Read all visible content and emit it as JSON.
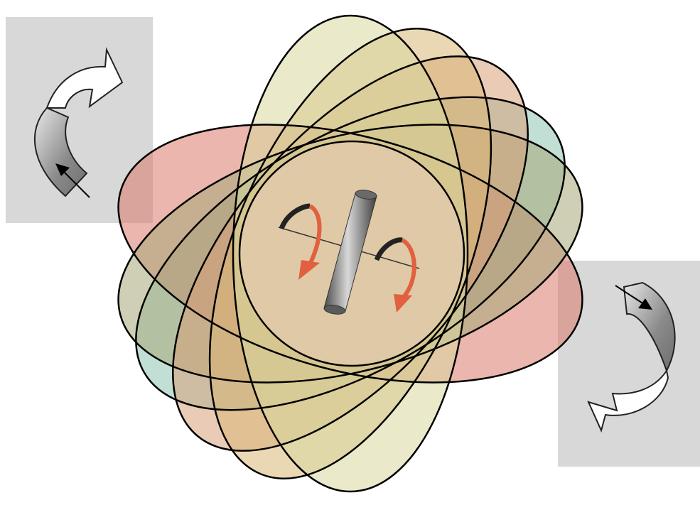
{
  "diagram": {
    "kind": "rotating-rod-orbital-rosette",
    "petal_count": 6,
    "colors": {
      "background": "#ffffff",
      "panel": "#d8d8d8",
      "outline": "#000000",
      "center_disc": "#e0c9a6",
      "rotation_arrow": "#e06040",
      "rod_light": "#d4d4d4",
      "rod_dark": "#5a5a5a",
      "axis_line": "#333333"
    },
    "petals": [
      {
        "name": "petal-green",
        "color": "#8fc4b2",
        "angle": 150
      },
      {
        "name": "petal-red",
        "color": "#d87a6a",
        "angle": 15
      },
      {
        "name": "petal-olive",
        "color": "#a8a878",
        "angle": 165
      },
      {
        "name": "petal-peach",
        "color": "#d8a07a",
        "angle": 130
      },
      {
        "name": "petal-gold",
        "color": "#d8b878",
        "angle": 112
      },
      {
        "name": "petal-yellow",
        "color": "#d8d8a0",
        "angle": 90
      }
    ],
    "icons": {
      "left_panel": "counterclockwise-curved-arrow-icon",
      "right_panel": "clockwise-curved-arrow-icon",
      "rod": "cylinder-rod-icon",
      "left_rotation": "orange-rotation-arrow-icon",
      "right_rotation": "orange-rotation-arrow-icon"
    }
  }
}
